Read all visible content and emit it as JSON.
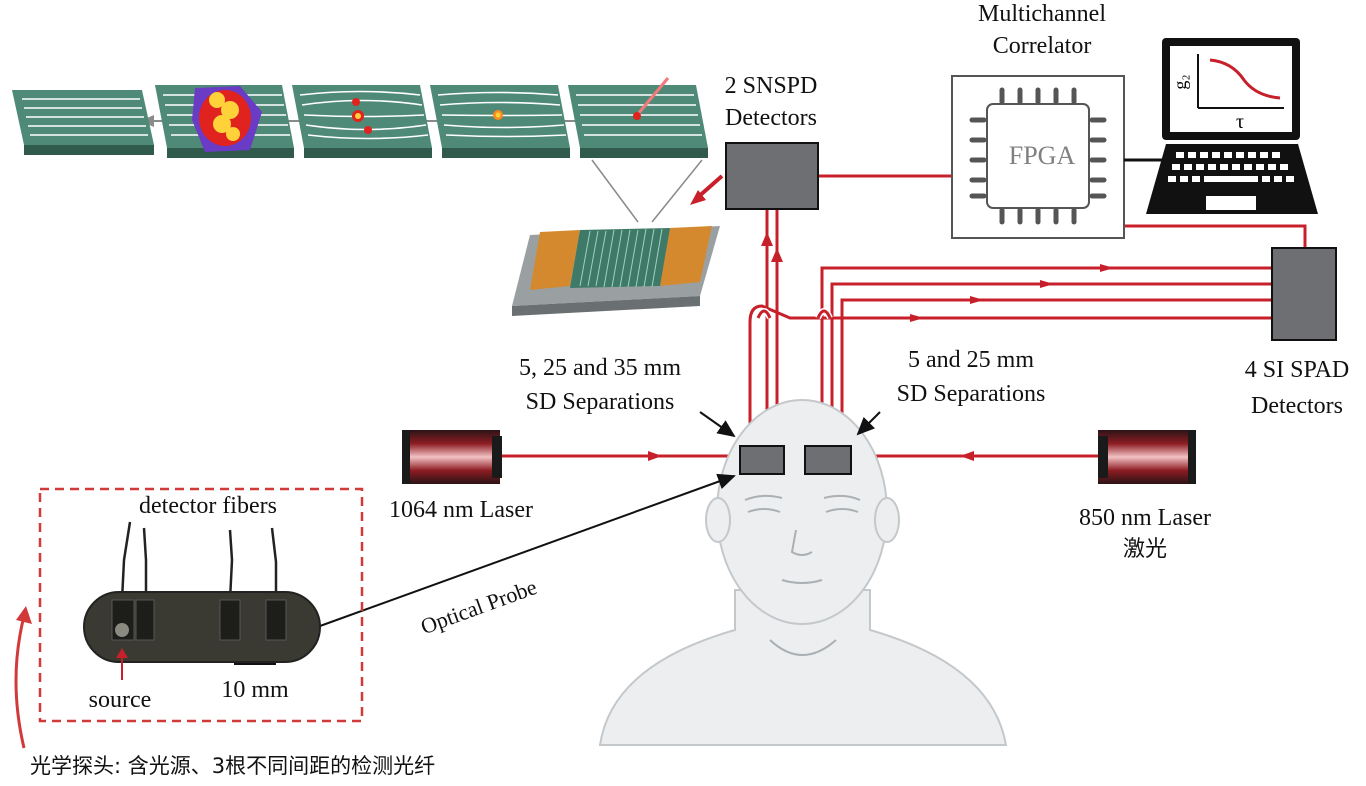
{
  "labels": {
    "correlator_line1": "Multichannel",
    "correlator_line2": "Correlator",
    "fpga": "FPGA",
    "snspd_line1": "2 SNSPD",
    "snspd_line2": "Detectors",
    "spad_line1": "4 SI SPAD",
    "spad_line2": "Detectors",
    "sep_left_line1": "5, 25 and 35 mm",
    "sep_left_line2": "SD Separations",
    "sep_right_line1": "5 and 25 mm",
    "sep_right_line2": "SD Separations",
    "laser_left": "1064 nm Laser",
    "laser_right": "850 nm Laser",
    "laser_right_cn": "激光",
    "optical_probe": "Optical Probe",
    "detector_fibers": "detector fibers",
    "source": "source",
    "scale_bar": "10 mm",
    "caption_cn": "光学探头: 含光源、3根不同间距的检测光纤",
    "plot_ylabel": "g₂",
    "plot_xlabel": "τ"
  },
  "colors": {
    "fiber_red": "#c8202a",
    "detector_gray": "#6e6f72",
    "chip_green": "#4f8a78",
    "dashed_box": "#d23a3a",
    "head_fill": "#eceeef"
  }
}
